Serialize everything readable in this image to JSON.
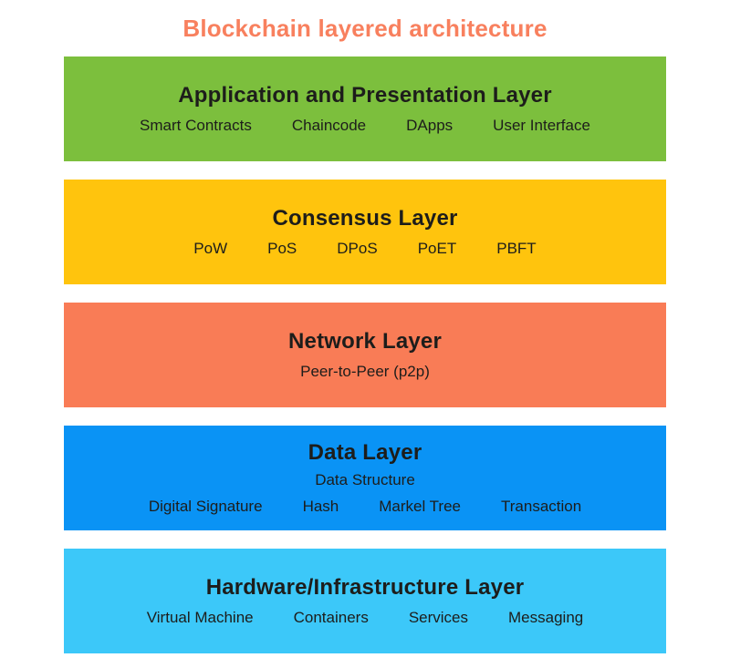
{
  "title": {
    "text": "Blockchain layered architecture",
    "color": "#F8805E"
  },
  "colors": {
    "application_layer": "#7CBF3D",
    "consensus_layer": "#FFC40D",
    "network_layer": "#F97C56",
    "data_layer": "#0A93F5",
    "hardware_layer": "#3CC8F9",
    "text": "#1d1d1b"
  },
  "layers": [
    {
      "heading": "Application and Presentation Layer",
      "color": "#7CBF3D",
      "items": [
        "Smart Contracts",
        "Chaincode",
        "DApps",
        "User Interface"
      ]
    },
    {
      "heading": "Consensus Layer",
      "color": "#FFC40D",
      "items": [
        "PoW",
        "PoS",
        "DPoS",
        "PoET",
        "PBFT"
      ]
    },
    {
      "heading": "Network Layer",
      "color": "#F97C56",
      "items": [
        "Peer-to-Peer (p2p)"
      ]
    },
    {
      "heading": "Data Layer",
      "color": "#0A93F5",
      "subheading": "Data Structure",
      "items": [
        "Digital Signature",
        "Hash",
        "Markel Tree",
        "Transaction"
      ]
    },
    {
      "heading": "Hardware/Infrastructure Layer",
      "color": "#3CC8F9",
      "items": [
        "Virtual Machine",
        "Containers",
        "Services",
        "Messaging"
      ]
    }
  ]
}
